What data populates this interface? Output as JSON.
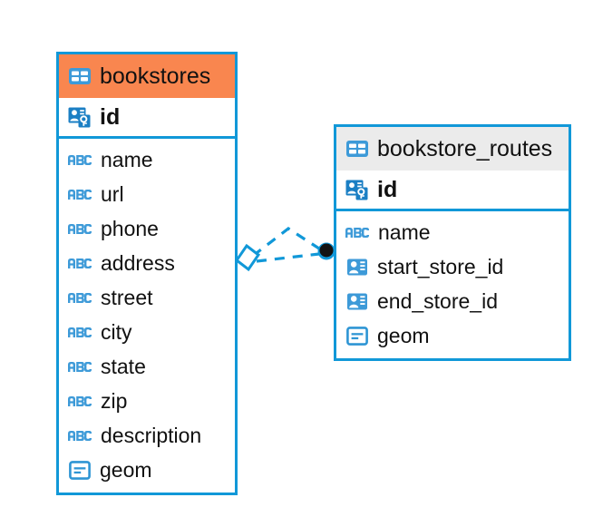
{
  "diagram": {
    "type": "database-entity-relationship-diagram",
    "background": "#ffffff",
    "accent_blue": "#1198d8",
    "accent_orange": "#f9864f",
    "header_gray": "#ebebeb",
    "text_color": "#111111"
  },
  "tables": [
    {
      "name": "bookstores",
      "header_color": "#f9864f",
      "primary_key": {
        "label": "id",
        "icon": "primary-key-icon"
      },
      "fields": [
        {
          "label": "name",
          "icon": "abc-text-icon"
        },
        {
          "label": "url",
          "icon": "abc-text-icon"
        },
        {
          "label": "phone",
          "icon": "abc-text-icon"
        },
        {
          "label": "address",
          "icon": "abc-text-icon"
        },
        {
          "label": "street",
          "icon": "abc-text-icon"
        },
        {
          "label": "city",
          "icon": "abc-text-icon"
        },
        {
          "label": "state",
          "icon": "abc-text-icon"
        },
        {
          "label": "zip",
          "icon": "abc-text-icon"
        },
        {
          "label": "description",
          "icon": "abc-text-icon"
        },
        {
          "label": "geom",
          "icon": "blob-geometry-icon"
        }
      ]
    },
    {
      "name": "bookstore_routes",
      "header_color": "#ebebeb",
      "primary_key": {
        "label": "id",
        "icon": "primary-key-icon"
      },
      "fields": [
        {
          "label": "name",
          "icon": "abc-text-icon"
        },
        {
          "label": "start_store_id",
          "icon": "foreign-key-icon"
        },
        {
          "label": "end_store_id",
          "icon": "foreign-key-icon"
        },
        {
          "label": "geom",
          "icon": "blob-geometry-icon"
        }
      ]
    }
  ],
  "relationships": [
    {
      "from_table": "bookstores",
      "to_table": "bookstore_routes",
      "source_marker": "diamond-marker",
      "target_marker": "filled-circle-marker",
      "line_style": "dashed",
      "line_color": "#1198d8"
    },
    {
      "from_table": "bookstores",
      "to_table": "bookstore_routes",
      "source_marker": "diamond-marker",
      "target_marker": "filled-circle-marker",
      "line_style": "dashed",
      "line_color": "#1198d8"
    }
  ]
}
